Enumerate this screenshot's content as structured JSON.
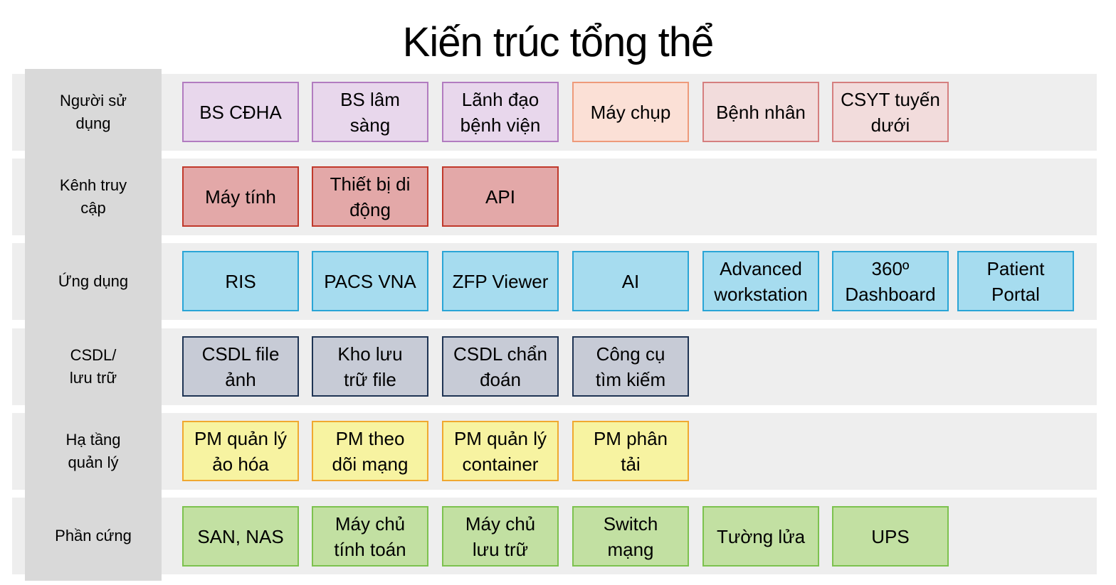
{
  "title": "Kiến trúc tổng thể",
  "colors": {
    "band": "#eeeeee",
    "label_column": "#d9d9d9",
    "purple": "#e8d7ec",
    "peach": "#fbe0d6",
    "pink": "#f2dcdc",
    "red": "#e3a8a8",
    "blue": "#a6dcef",
    "slate": "#c7cbd6",
    "yellow": "#f7f3a1",
    "green": "#c2e0a2"
  },
  "rows": [
    {
      "label": "Người sử\ndụng",
      "items": [
        "BS CĐHA",
        "BS lâm\nsàng",
        "Lãnh đạo\nbệnh viện",
        "Máy chụp",
        "Bệnh nhân",
        "CSYT tuyến\ndưới"
      ]
    },
    {
      "label": "Kênh truy\ncập",
      "items": [
        "Máy tính",
        "Thiết bị di\nđộng",
        "API"
      ]
    },
    {
      "label": "Ứng dụng",
      "items": [
        "RIS",
        "PACS VNA",
        "ZFP Viewer",
        "AI",
        "Advanced\nworkstation",
        "360º\nDashboard",
        "Patient\nPortal"
      ]
    },
    {
      "label": "CSDL/\nlưu trữ",
      "items": [
        "CSDL file\nảnh",
        "Kho lưu\ntrữ file",
        "CSDL chẩn\nđoán",
        "Công cụ\ntìm kiếm"
      ]
    },
    {
      "label": "Hạ tầng\nquản lý",
      "items": [
        "PM quản lý\nảo hóa",
        "PM theo\ndõi mạng",
        "PM quản lý\ncontainer",
        "PM phân\ntải"
      ]
    },
    {
      "label": "Phần cứng",
      "items": [
        "SAN, NAS",
        "Máy chủ\ntính toán",
        "Máy chủ\nlưu trữ",
        "Switch\nmạng",
        "Tường lửa",
        "UPS"
      ]
    }
  ]
}
